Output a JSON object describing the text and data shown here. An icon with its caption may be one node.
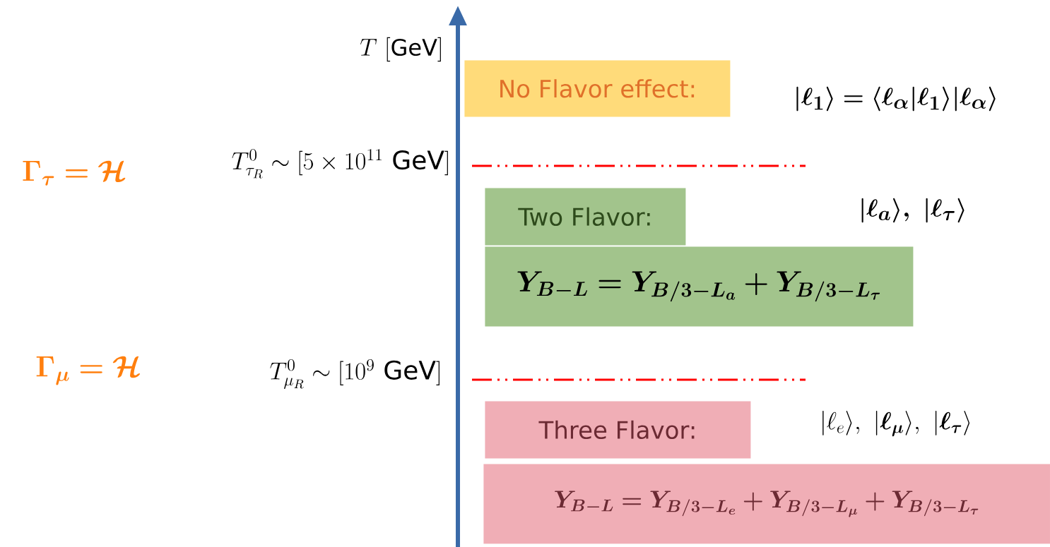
{
  "diagram": {
    "nodes": [
      {
        "text": [
          "No Flavor effect:"
        ]
      },
      {
        "text": [
          "Two Flavor:"
        ]
      },
      {
        "text": [
          "\\bm{Y_{B-L} = Y_{B/3-L_a} + Y_{B/3-L_\\tau}}"
        ]
      },
      {
        "text": [
          "Three Flavor:"
        ]
      },
      {
        "text": [
          "\\bm{Y_{B-L} = Y_{B/3-L_e} + Y_{B/3-L_\\mu} + Y_{B/3-L_\\tau}}"
        ]
      }
    ],
    "labels": [
      "T\\ [\\mathrm{GeV}]",
      "\\bm{|\\ell_1\\rangle = \\langle \\ell_\\alpha|\\ell_1\\rangle|\\ell_\\alpha\\rangle}",
      "\\bm{\\Gamma_\\tau = \\mathcal{H}}",
      "T^0_{\\tau_R} \\sim [5\\times 10^{11}\\ \\mathrm{GeV}]",
      "\\bm{|\\ell_a\\rangle,\\ |\\ell_\\tau\\rangle}",
      "\\bm{\\Gamma_\\mu = \\mathcal{H}}",
      "T^0_{\\mu_R} \\sim [10^9\\ \\mathrm{GeV}]",
      "|\\ell_e\\rangle,\\ |\\bm{\\ell_\\mu}\\rangle,\\ |\\bm{\\ell_\\tau}\\rangle"
    ]
  }
}
